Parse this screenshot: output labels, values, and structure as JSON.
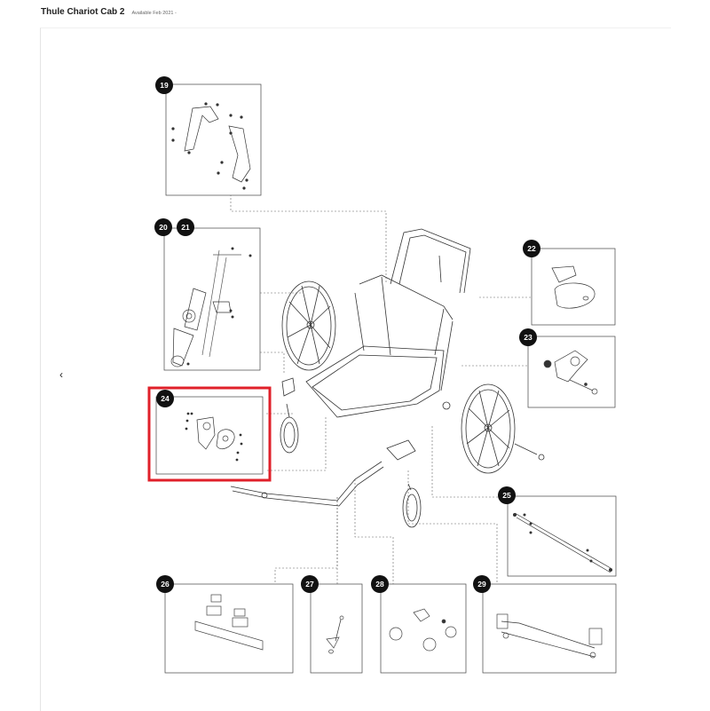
{
  "header": {
    "title": "Thule Chariot Cab 2",
    "subtitle": "Available Feb 2021 -"
  },
  "navigation": {
    "prev_icon": "chevron-left-icon",
    "prev_glyph": "‹"
  },
  "diagram": {
    "highlight_color": "#e0202a",
    "part_callouts": [
      "19",
      "20",
      "21",
      "22",
      "23",
      "24",
      "25",
      "26",
      "27",
      "28",
      "29"
    ],
    "highlighted_part": "24"
  }
}
